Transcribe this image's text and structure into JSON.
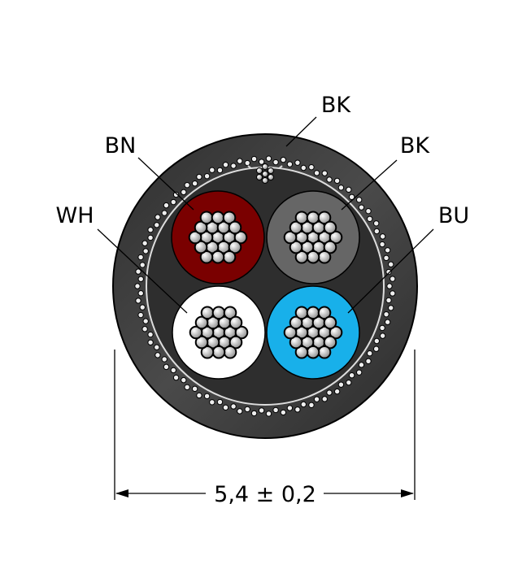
{
  "labels": {
    "outer_sheath": "BK",
    "conductor_brown": "BN",
    "conductor_black": "BK",
    "conductor_white": "WH",
    "conductor_blue": "BU"
  },
  "dimension": "5,4 ± 0,2",
  "colors": {
    "sheath": "#3a3a3a",
    "core_fill": "#2e2e2e",
    "brown": "#7a0000",
    "black_insulation": "#666666",
    "white": "#ffffff",
    "blue": "#18b0ea"
  }
}
